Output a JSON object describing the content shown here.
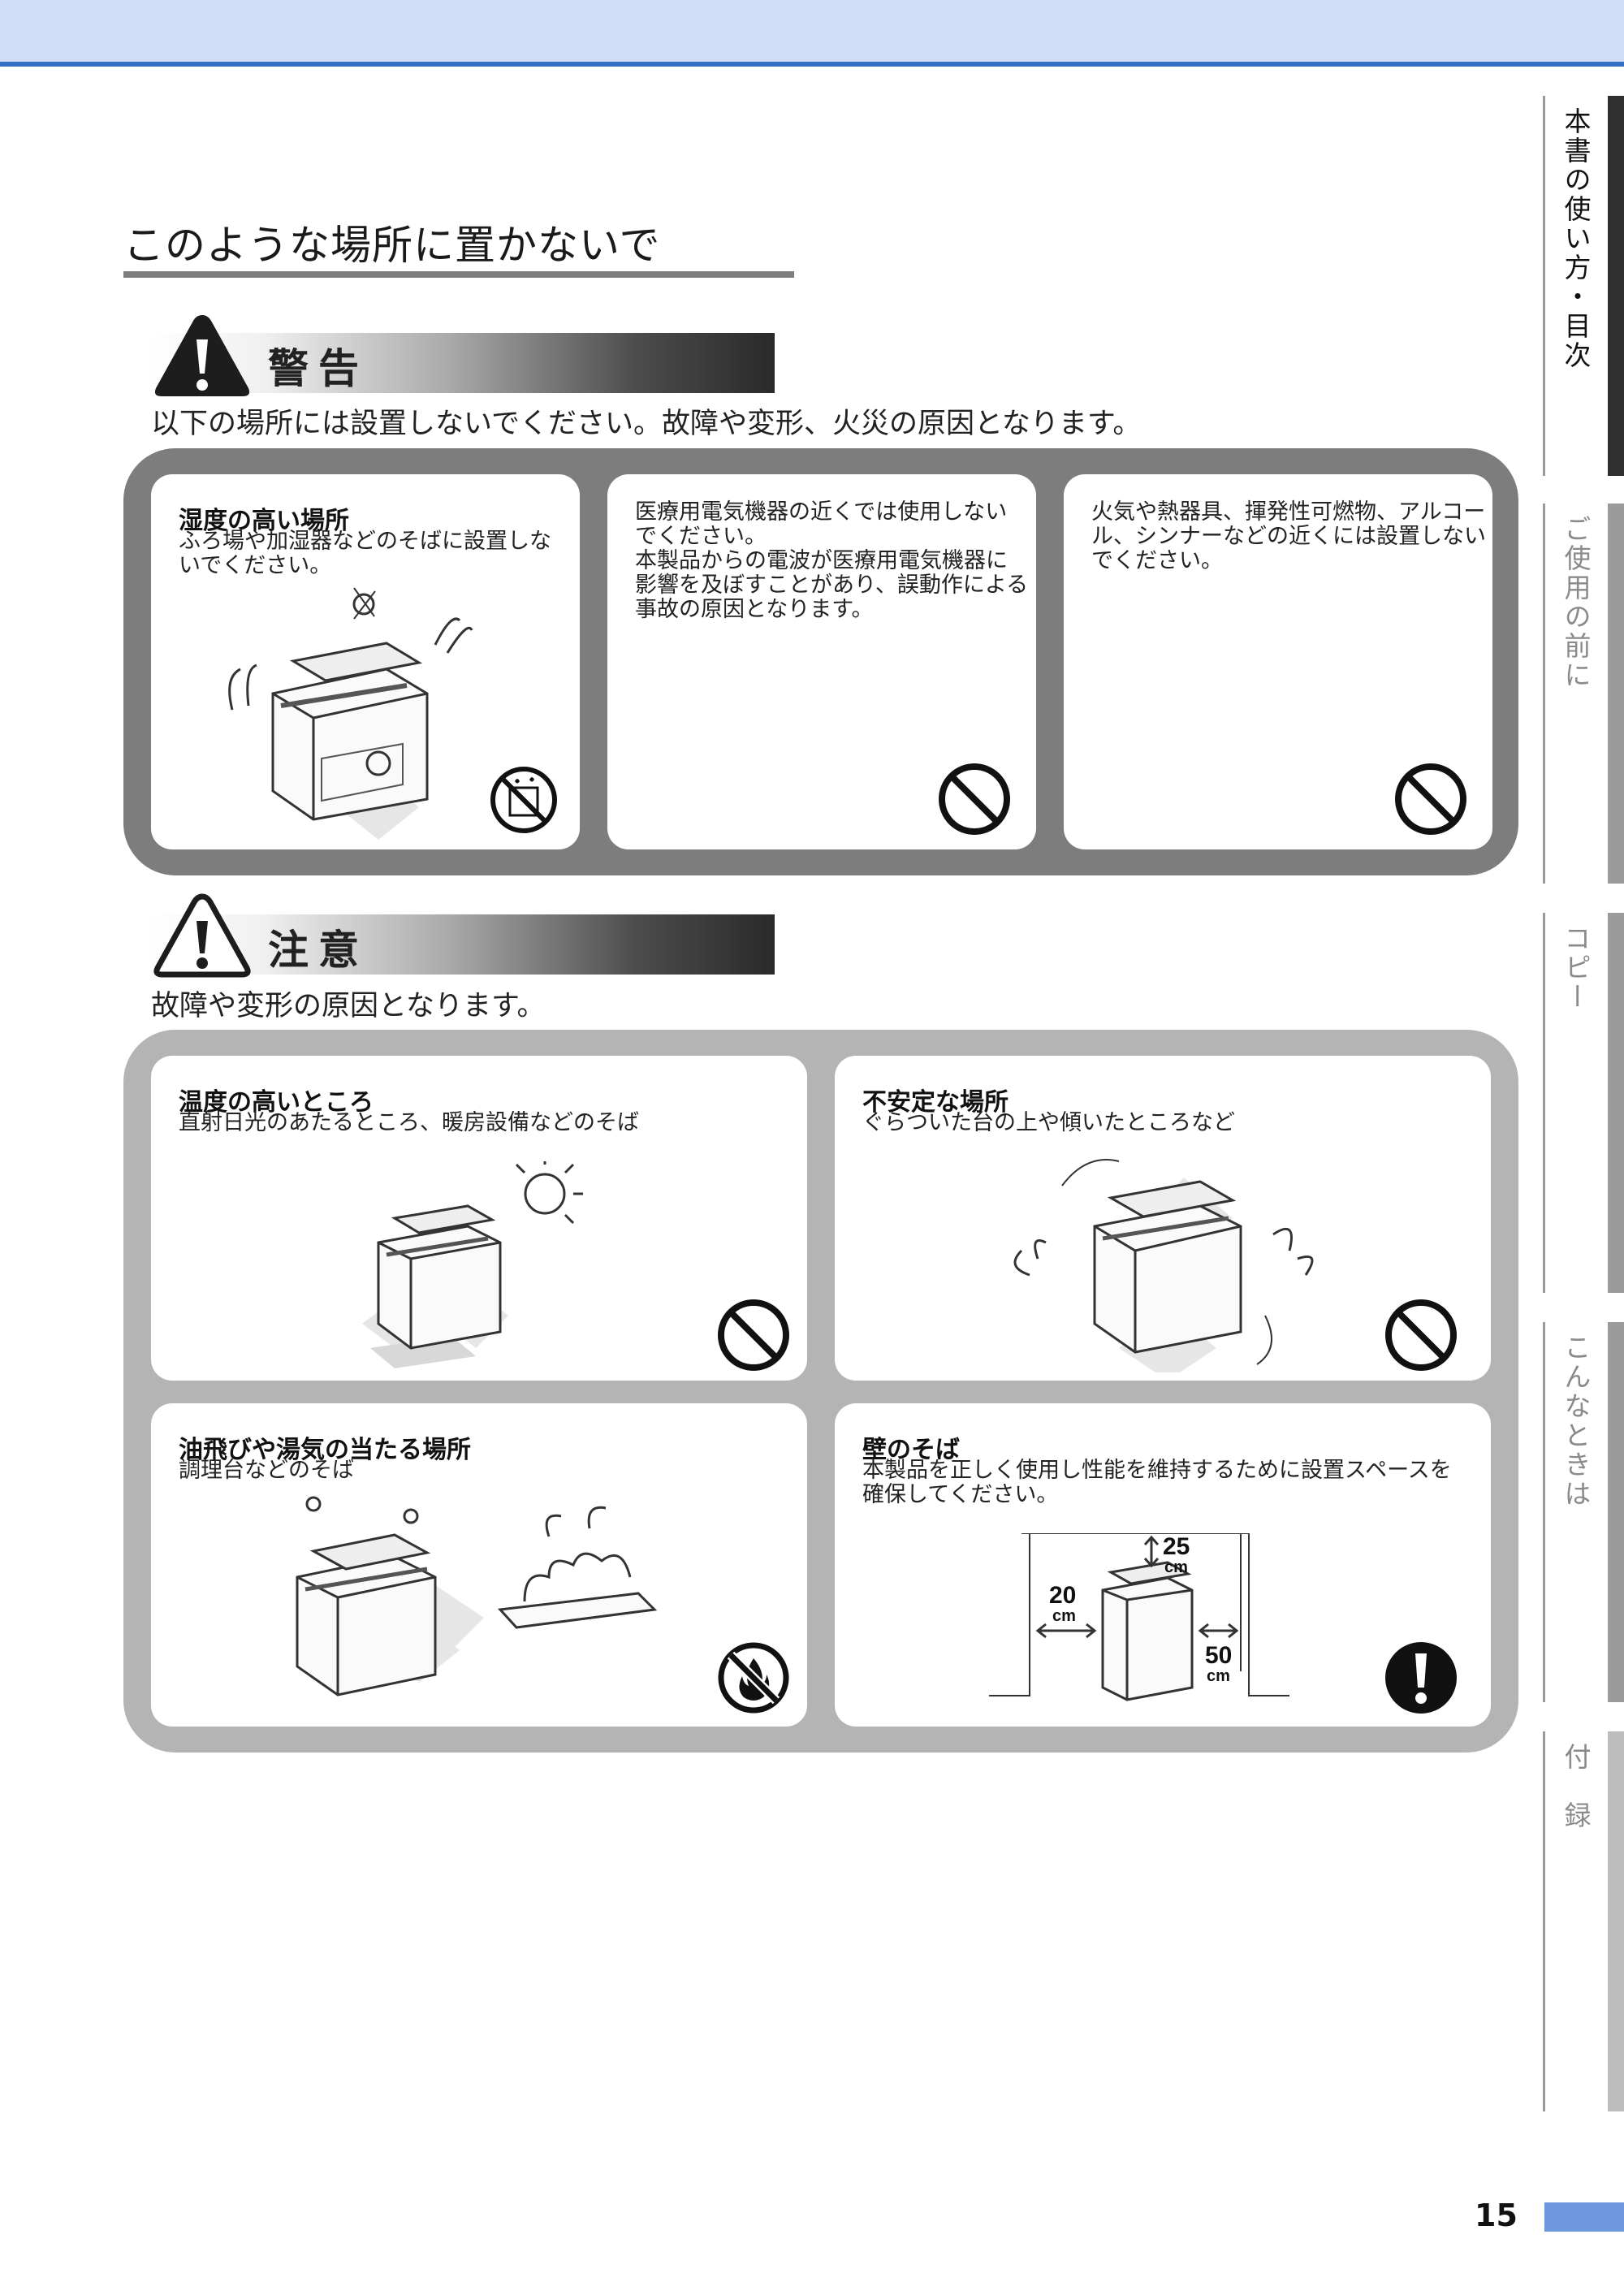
{
  "section": {
    "title": "このような場所に置かないで"
  },
  "warning": {
    "label": "警告",
    "intro": "以下の場所には設置しないでください。故障や変形、火災の原因となります。",
    "cards": [
      {
        "title": "湿度の高い場所",
        "text": "ふろ場や加湿器などのそばに設置しな\nいでください。",
        "icon": "prohibited-water-icon",
        "art": "printer-in-humid-place-illustration"
      },
      {
        "title": "",
        "text": "医療用電気機器の近くでは使用しない\nでください。\n本製品からの電波が医療用電気機器に\n影響を及ぼすことがあり、誤動作による\n事故の原因となります。",
        "icon": "prohibited-icon"
      },
      {
        "title": "",
        "text": "火気や熱器具、揮発性可燃物、アルコー\nル、シンナーなどの近くには設置しない\nでください。",
        "icon": "prohibited-icon"
      }
    ]
  },
  "caution": {
    "label": "注意",
    "intro": "故障や変形の原因となります。",
    "cards": [
      {
        "title": "温度の高いところ",
        "text": "直射日光のあたるところ、暖房設備などのそば",
        "icon": "prohibited-icon",
        "art": "printer-in-sunlight-illustration"
      },
      {
        "title": "不安定な場所",
        "text": "ぐらついた台の上や傾いたところなど",
        "icon": "prohibited-icon",
        "art": "printer-on-unstable-surface-illustration"
      },
      {
        "title": "油飛びや湯気の当たる場所",
        "text": "調理台などのそば",
        "icon": "prohibited-fire-icon",
        "art": "printer-near-cooking-steam-illustration"
      },
      {
        "title": "壁のそば",
        "text": "本製品を正しく使用し性能を維持するために設置スペースを\n確保してください。",
        "icon": "mandatory-exclamation-icon",
        "art": "printer-clearance-diagram",
        "clearance": {
          "top": "25",
          "side": "20",
          "right": "50",
          "unit": "cm"
        }
      }
    ]
  },
  "side_tabs": [
    {
      "label": "本書の使い方・目次",
      "active": true
    },
    {
      "label": "ご使用の前に",
      "active": false
    },
    {
      "label": "コピー",
      "active": false
    },
    {
      "label": "こんなときは",
      "active": false
    },
    {
      "label": "付　録",
      "active": false
    }
  ],
  "page_number": "15",
  "colors": {
    "header_band": "#cfddf6",
    "header_line": "#3670c6",
    "warning_frame": "#7d7d7d",
    "caution_frame": "#b4b4b4",
    "active_tab": "#2f2f2f",
    "page_marker": "#6d98e0"
  }
}
